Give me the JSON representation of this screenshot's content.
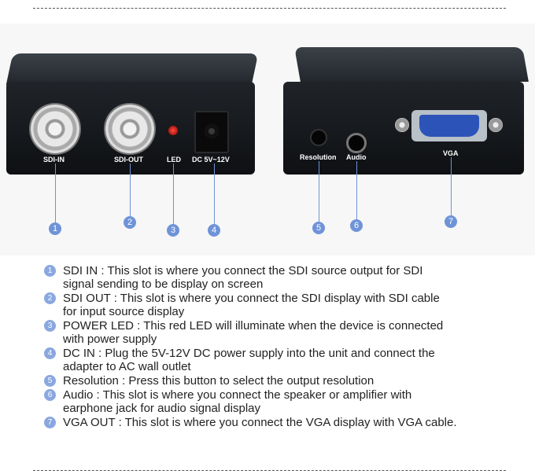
{
  "ports": {
    "sdi_in": "SDI-IN",
    "sdi_out": "SDI-OUT",
    "led": "LED",
    "dc": "DC 5V~12V",
    "resolution": "Resolution",
    "audio": "Audio",
    "vga": "VGA"
  },
  "callouts": [
    "1",
    "2",
    "3",
    "4",
    "5",
    "6",
    "7"
  ],
  "descriptions": [
    {
      "num": "1",
      "lines": [
        "SDI  IN : This slot is where you connect the SDI source output for SDI",
        "signal sending to be display on screen"
      ]
    },
    {
      "num": "2",
      "lines": [
        "SDI  OUT : This slot is where you connect the SDI display with SDI cable",
        "for input source display"
      ]
    },
    {
      "num": "3",
      "lines": [
        "POWER LED : This red LED will illuminate when the device is connected",
        "with power supply"
      ]
    },
    {
      "num": "4",
      "lines": [
        "DC IN : Plug the 5V-12V DC power supply into the unit and connect the",
        "adapter to AC wall outlet"
      ]
    },
    {
      "num": "5",
      "lines": [
        "Resolution : Press this button to select the output resolution"
      ]
    },
    {
      "num": "6",
      "lines": [
        "Audio : This slot is where you connect the speaker or amplifier with",
        "earphone jack for audio signal display"
      ]
    },
    {
      "num": "7",
      "lines": [
        "VGA OUT : This slot is where you connect the VGA display with VGA cable."
      ]
    }
  ],
  "colors": {
    "accent": "#6f93d8",
    "device": "#161a1e",
    "vga_port": "#2c54b8",
    "led": "#ff4b3e"
  }
}
